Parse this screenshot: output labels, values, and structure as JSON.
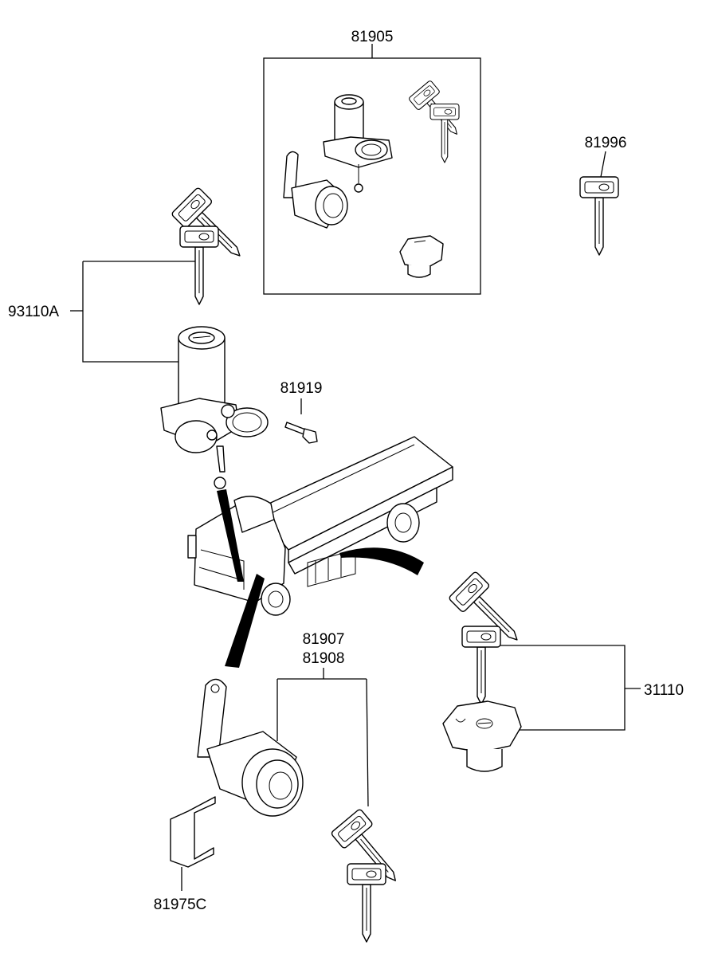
{
  "parts": {
    "p81905": "81905",
    "p81996": "81996",
    "p93110A": "93110A",
    "p81919": "81919",
    "p81907": "81907",
    "p81908": "81908",
    "p31110": "31110",
    "p81975C": "81975C"
  }
}
